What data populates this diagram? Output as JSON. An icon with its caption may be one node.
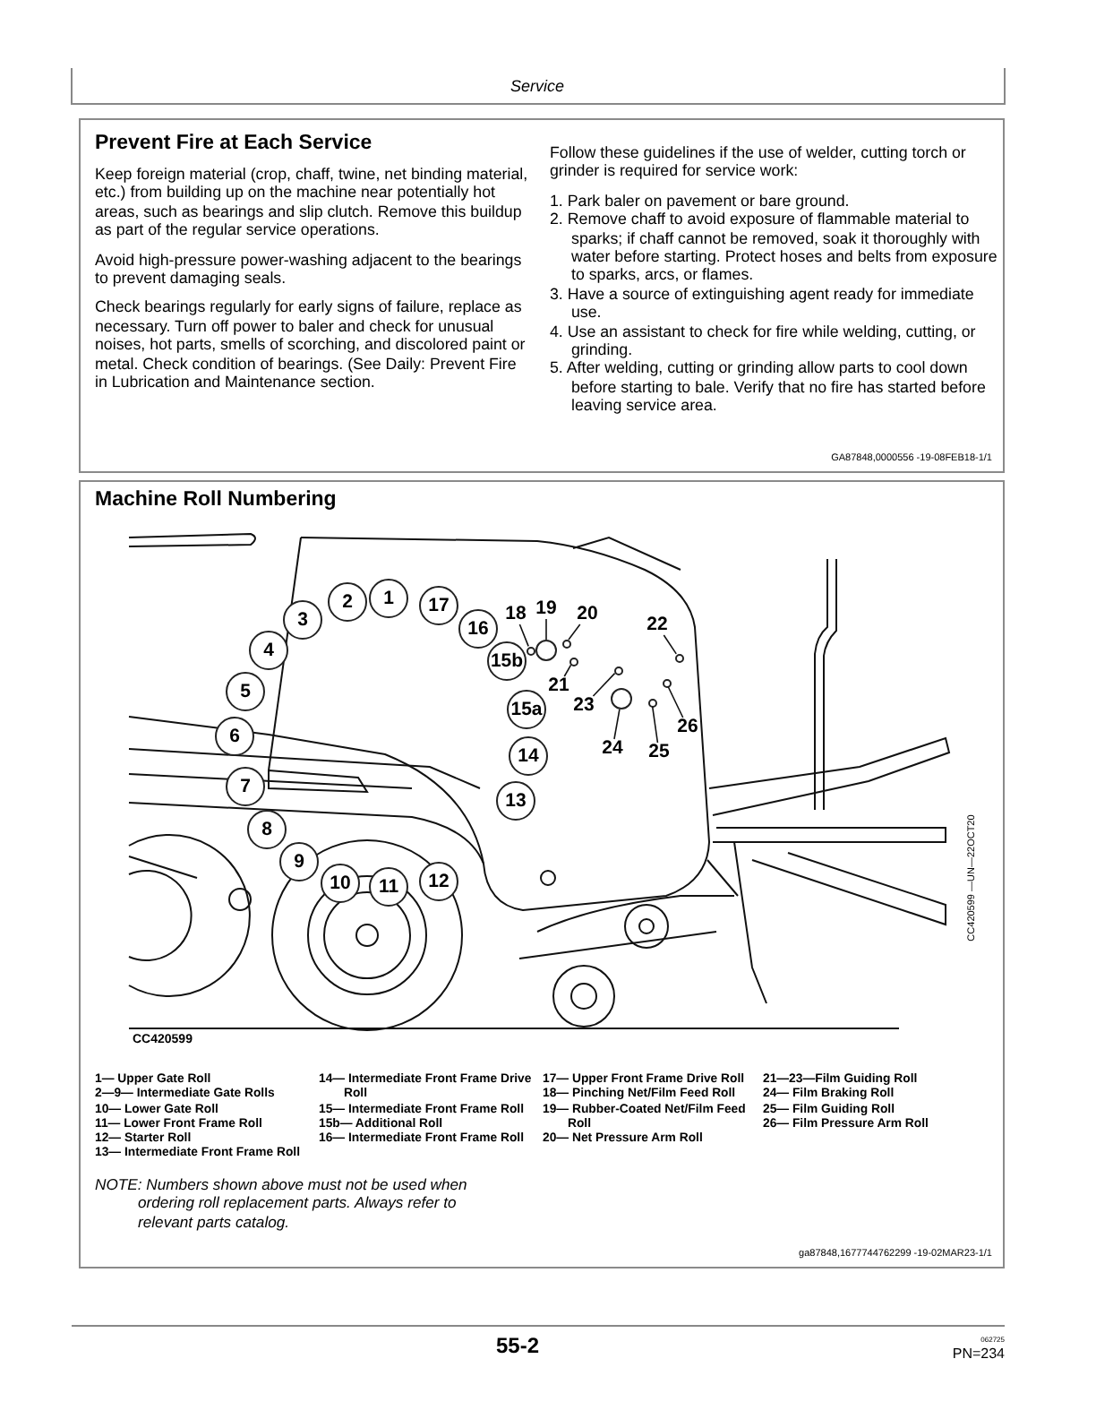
{
  "diagram": {
    "nodes": [
      {
        "text": [
          "Prevent Fire at Each Service",
          "Keep foreign material (crop, chaff, twine, net binding material, etc.) from building up on the machine near potentially hot areas, such as bearings and slip clutch. Remove this buildup as part of the regular service operations.",
          "Avoid high-pressure power-washing adjacent to the bearings to prevent damaging seals.",
          "Check bearings regularly for early signs of failure, replace as necessary. Turn off power to baler and check for unusual noises, hot parts, smells of scorching, and discolored paint or metal. Check condition of bearings. (See Daily: Prevent Fire in Lubrication and Maintenance section.",
          "Follow these guidelines if the use of welder, cutting torch or grinder is required for service work:",
          "1. Park baler on pavement or bare ground.",
          "2. Remove chaff to avoid exposure of flammable material to sparks; if chaff cannot be removed, soak it thoroughly with water before starting. Protect hoses and belts from exposure to sparks, arcs, or flames.",
          "3. Have a source of extinguishing agent ready for immediate use.",
          "4. Use an assistant to check for fire while welding, cutting, or grinding.",
          "5. After welding, cutting or grinding allow parts to cool down before starting to bale. Verify that no fire has started before leaving service area.",
          "GA87848,0000556 -19-08FEB18-1/1"
        ]
      },
      {
        "text": [
          "Machine Roll Numbering",
          "1— Upper Gate Roll",
          "2—9— Intermediate Gate Rolls",
          "10— Lower Gate Roll",
          "11— Lower Front Frame Roll",
          "12— Starter Roll",
          "13— Intermediate Front Frame Roll",
          "14— Intermediate Front Frame Drive Roll",
          "15— Intermediate Front Frame Roll",
          "15b— Additional Roll",
          "16— Intermediate Front Frame Roll",
          "17— Upper Front Frame Drive Roll",
          "18— Pinching Net/Film Feed Roll",
          "19— Rubber-Coated Net/Film Feed Roll",
          "20— Net Pressure Arm Roll",
          "21—23—Film Guiding Roll",
          "24— Film Braking Roll",
          "25— Film Guiding Roll",
          "26— Film Pressure Arm Roll",
          "NOTE: Numbers shown above must not be used when ordering roll replacement parts. Always refer to relevant parts catalog.",
          "ga87848,1677744762299 -19-02MAR23-1/1"
        ]
      },
      {
        "text": [
          "1"
        ],
        "in": 1
      },
      {
        "text": [
          "2"
        ],
        "in": 1
      },
      {
        "text": [
          "3"
        ],
        "in": 1
      },
      {
        "text": [
          "4"
        ],
        "in": 1
      },
      {
        "text": [
          "5"
        ],
        "in": 1
      },
      {
        "text": [
          "6"
        ],
        "in": 1
      },
      {
        "text": [
          "7"
        ],
        "in": 1
      },
      {
        "text": [
          "8"
        ],
        "in": 1
      },
      {
        "text": [
          "9"
        ],
        "in": 1
      },
      {
        "text": [
          "10"
        ],
        "in": 1
      },
      {
        "text": [
          "11"
        ],
        "in": 1
      },
      {
        "text": [
          "12"
        ],
        "in": 1
      },
      {
        "text": [
          "13"
        ],
        "in": 1
      },
      {
        "text": [
          "14"
        ],
        "in": 1
      },
      {
        "text": [
          "15a"
        ],
        "in": 1
      },
      {
        "text": [
          "15b"
        ],
        "in": 1
      },
      {
        "text": [
          "16"
        ],
        "in": 1
      },
      {
        "text": [
          "17"
        ],
        "in": 1
      },
      {
        "text": [
          "18"
        ],
        "in": 1
      },
      {
        "text": [
          "19"
        ],
        "in": 1
      },
      {
        "text": [
          "20"
        ],
        "in": 1
      },
      {
        "text": [
          "21"
        ],
        "in": 1
      },
      {
        "text": [
          "22"
        ],
        "in": 1
      },
      {
        "text": [
          "23"
        ],
        "in": 1
      },
      {
        "text": [
          "24"
        ],
        "in": 1
      },
      {
        "text": [
          "25"
        ],
        "in": 1
      },
      {
        "text": [
          "26"
        ],
        "in": 1
      },
      {
        "text": [],
        "shape": "circle",
        "in": 1
      },
      {
        "text": [],
        "shape": "circle",
        "in": 1
      },
      {
        "text": [],
        "shape": "circle",
        "in": 1
      },
      {
        "text": [],
        "shape": "circle",
        "in": 1
      },
      {
        "text": [],
        "shape": "circle",
        "in": 1
      },
      {
        "text": [],
        "shape": "circle",
        "in": 1
      },
      {
        "text": [],
        "shape": "circle",
        "in": 1
      },
      {
        "text": [],
        "shape": "circle",
        "in": 1
      },
      {
        "text": [],
        "shape": "circle",
        "in": 1
      }
    ],
    "edges": [
      {
        "from": 20,
        "to": 29,
        "arrow": "none"
      },
      {
        "from": 21,
        "to": 30,
        "arrow": "none"
      },
      {
        "from": 22,
        "to": 31,
        "arrow": "none"
      },
      {
        "from": 23,
        "to": 32,
        "arrow": "none"
      },
      {
        "from": 24,
        "to": 33,
        "arrow": "none"
      },
      {
        "from": 25,
        "to": 34,
        "arrow": "none"
      },
      {
        "from": 26,
        "to": 35,
        "arrow": "none"
      },
      {
        "from": 27,
        "to": 36,
        "arrow": "none"
      },
      {
        "from": 28,
        "to": 37,
        "arrow": "none"
      }
    ],
    "labels": [
      "Service",
      "CC420599",
      "CC420599 —UN—22OCT20",
      "55-2",
      "062725",
      "PN=234"
    ]
  }
}
